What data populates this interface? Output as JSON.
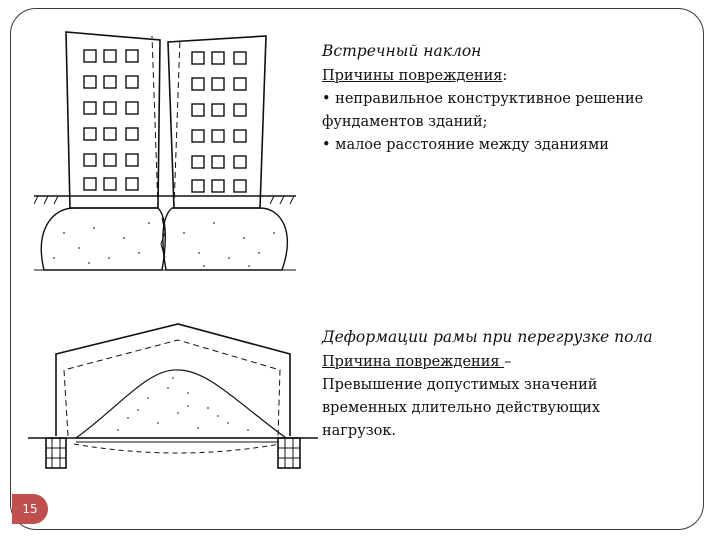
{
  "section1": {
    "title": "Встречный наклон",
    "heading": "Причины повреждения",
    "colon": ":",
    "lines": [
      "• неправильное конструктивное решение",
      "фундаментов зданий;",
      "• малое расстояние между зданиями"
    ]
  },
  "section2": {
    "title": "Деформации рамы при перегрузке пола",
    "heading": "Причина повреждения ",
    "dash": "–",
    "lines": [
      "Превышение допустимых значений",
      "временных длительно действующих",
      "нагрузок."
    ]
  },
  "page_number": "15",
  "colors": {
    "page_badge": "#c0504d",
    "frame": "#3a3a3a",
    "ink": "#111111"
  }
}
